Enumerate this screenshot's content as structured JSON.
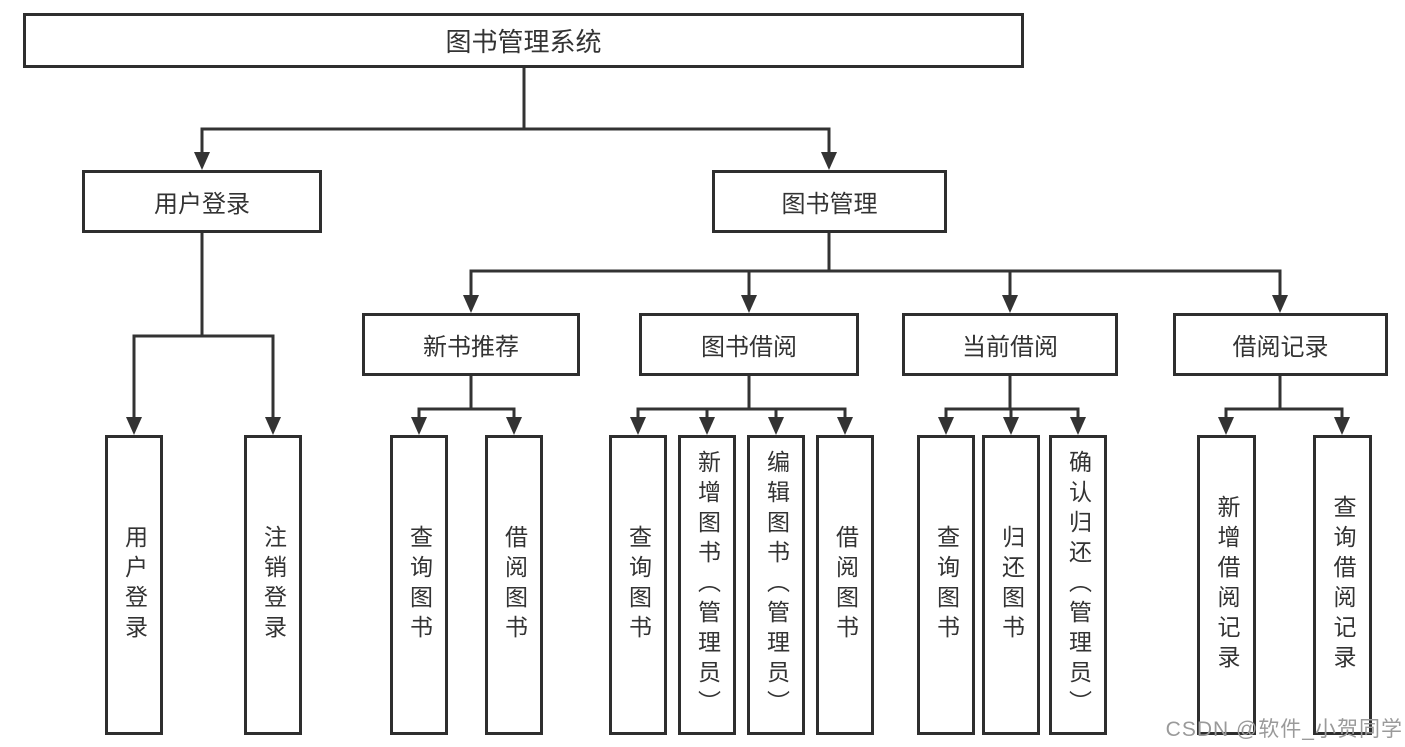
{
  "diagram": {
    "root": {
      "label": "图书管理系统"
    },
    "level2": [
      {
        "label": "用户登录"
      },
      {
        "label": "图书管理"
      }
    ],
    "level3": [
      {
        "label": "新书推荐"
      },
      {
        "label": "图书借阅"
      },
      {
        "label": "当前借阅"
      },
      {
        "label": "借阅记录"
      }
    ],
    "leaves": [
      {
        "label": "用户登录"
      },
      {
        "label": "注销登录"
      },
      {
        "label": "查询图书"
      },
      {
        "label": "借阅图书"
      },
      {
        "label": "查询图书"
      },
      {
        "label": "新增图书（管理员）"
      },
      {
        "label": "编辑图书（管理员）"
      },
      {
        "label": "借阅图书"
      },
      {
        "label": "查询图书"
      },
      {
        "label": "归还图书"
      },
      {
        "label": "确认归还（管理员）"
      },
      {
        "label": "新增借阅记录"
      },
      {
        "label": "查询借阅记录"
      }
    ],
    "watermark": "CSDN @软件_小贺同学",
    "colors": {
      "line": "#333333",
      "box_border": "#2e2e2e",
      "text": "#333333",
      "watermark": "#9a9a9a",
      "background": "#ffffff"
    }
  }
}
